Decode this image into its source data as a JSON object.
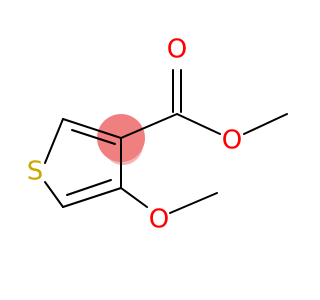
{
  "molecule": {
    "atoms": {
      "sulfur": {
        "label": "S",
        "color": "#c9a800"
      },
      "carbonyl_oxygen": {
        "label": "O",
        "color": "#ff0000"
      },
      "ester_oxygen": {
        "label": "O",
        "color": "#ff0000"
      },
      "methoxy_oxygen": {
        "label": "O",
        "color": "#ff0000"
      }
    },
    "highlight": {
      "color": "#f08080"
    }
  }
}
